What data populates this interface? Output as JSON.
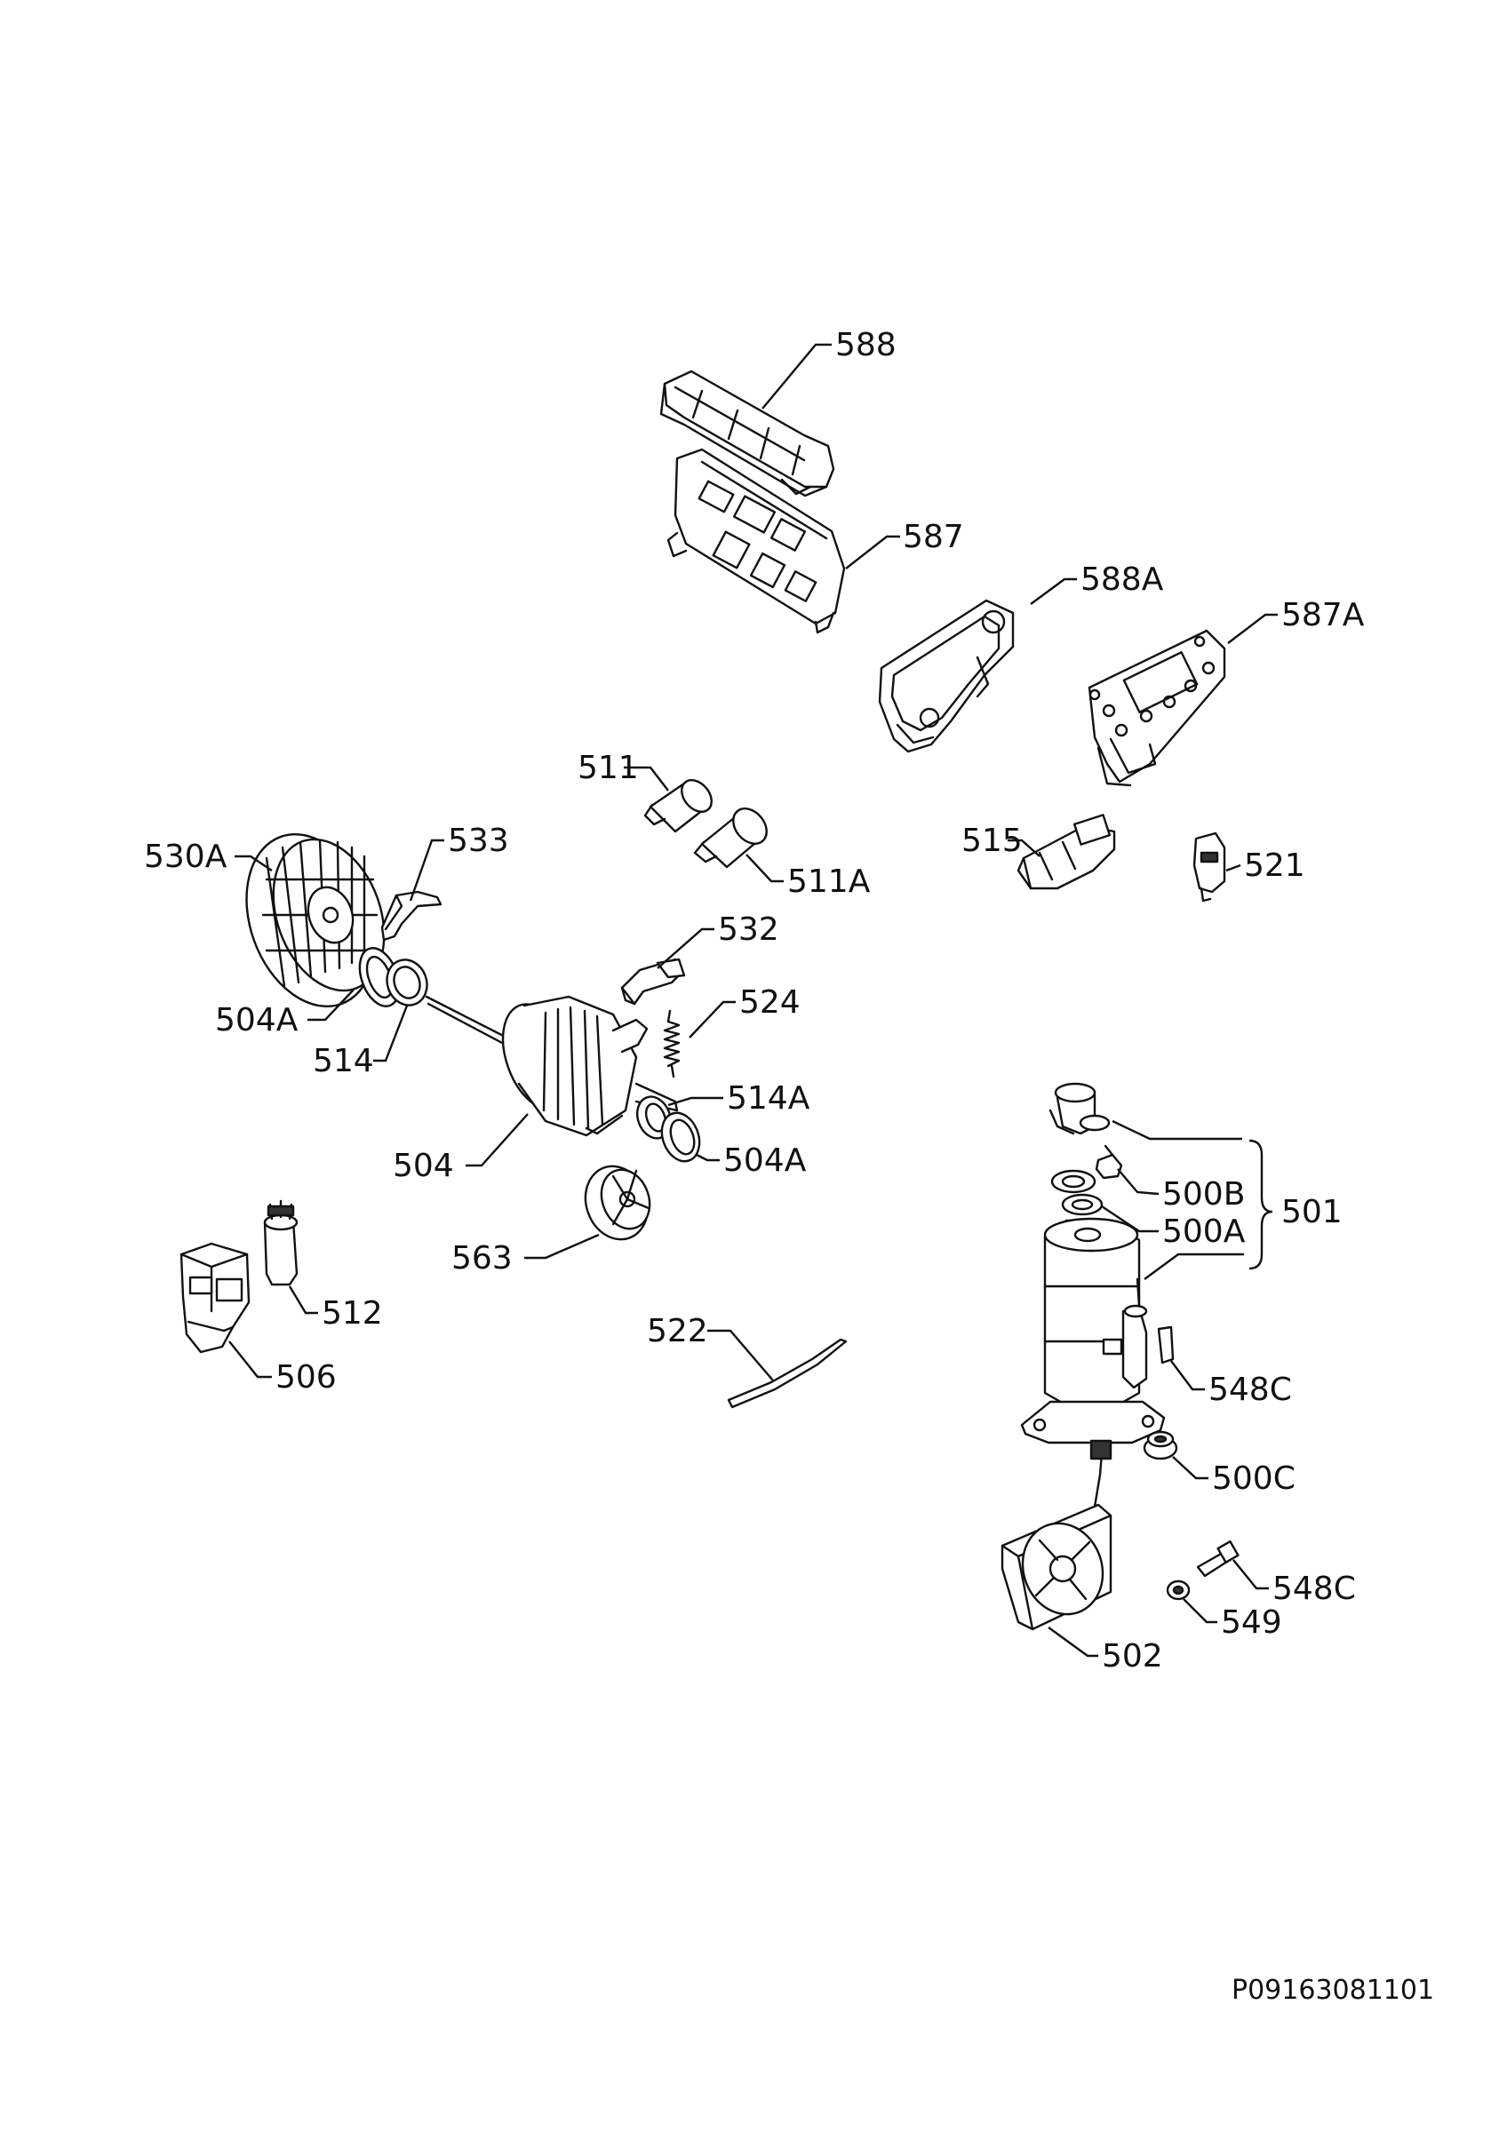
{
  "diagram": {
    "labels": {
      "p588": "588",
      "p587": "587",
      "p588A": "588A",
      "p587A": "587A",
      "p511": "511",
      "p511A": "511A",
      "p515": "515",
      "p521": "521",
      "p530A": "530A",
      "p533": "533",
      "p532": "532",
      "p524": "524",
      "p514A": "514A",
      "p504A_left": "504A",
      "p514": "514",
      "p504A_right": "504A",
      "p504": "504",
      "p563": "563",
      "p512": "512",
      "p506": "506",
      "p522": "522",
      "p500B": "500B",
      "p501": "501",
      "p500A": "500A",
      "p548C_top": "548C",
      "p500C": "500C",
      "p548C_bottom": "548C",
      "p549": "549",
      "p502": "502"
    },
    "document_id": "P09163081101"
  }
}
